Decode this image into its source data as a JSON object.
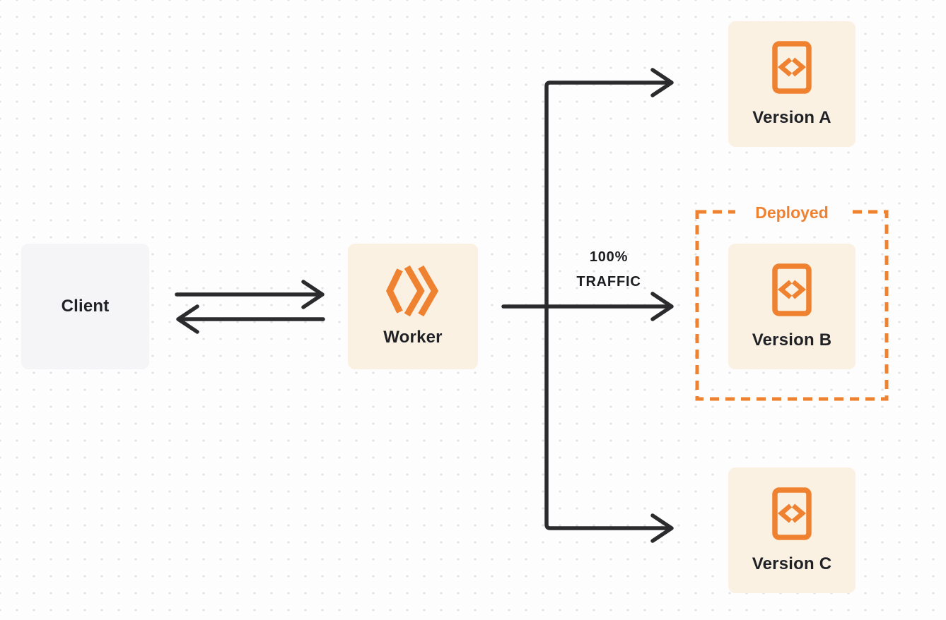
{
  "nodes": {
    "client": {
      "label": "Client",
      "bg": "#f5f5f7"
    },
    "worker": {
      "label": "Worker",
      "icon": "workers-double-chevron-icon",
      "bg": "#faf1e3"
    },
    "version_a": {
      "label": "Version A",
      "icon": "code-file-icon",
      "bg": "#faf1e3"
    },
    "version_b": {
      "label": "Version B",
      "icon": "code-file-icon",
      "bg": "#faf1e3"
    },
    "version_c": {
      "label": "Version C",
      "icon": "code-file-icon",
      "bg": "#faf1e3"
    }
  },
  "edges": {
    "client_worker": {
      "type": "bidirectional-arrows"
    },
    "worker_version_b": {
      "label_line1": "100%",
      "label_line2": "TRAFFIC"
    },
    "branch": {
      "targets": [
        "version_a",
        "version_b",
        "version_c"
      ]
    }
  },
  "deployed_group": {
    "label": "Deployed",
    "contains": "version_b",
    "border_style": "dashed",
    "border_color": "#ef8231"
  },
  "colors": {
    "accent_orange": "#ef8231",
    "node_cream": "#faf1e3",
    "node_gray": "#f5f5f7",
    "arrow": "#2b2b2e",
    "text_dark": "#1f2125",
    "background": "#fdfdfd",
    "dot_grid": "#e2e2e6"
  }
}
